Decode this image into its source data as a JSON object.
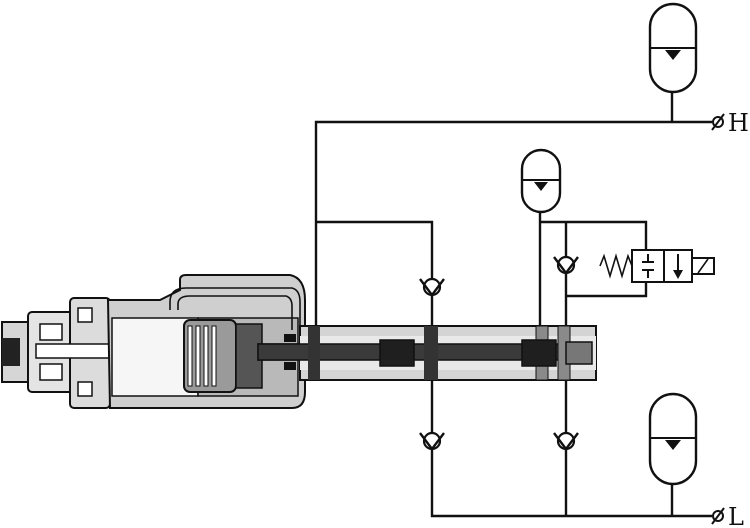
{
  "ports": {
    "high": {
      "label": "H"
    },
    "low": {
      "label": "L"
    }
  },
  "icons": {
    "accumulator": "accumulator-symbol",
    "check_valve": "check-valve-symbol",
    "solenoid_valve": "solenoid-valve-symbol",
    "port_plug": "port-plug-symbol"
  },
  "colors": {
    "line": "#111111",
    "body": "#cfcfcf",
    "body_dark": "#8a8a8a",
    "rod": "#3a3a3a",
    "background": "#ffffff"
  }
}
